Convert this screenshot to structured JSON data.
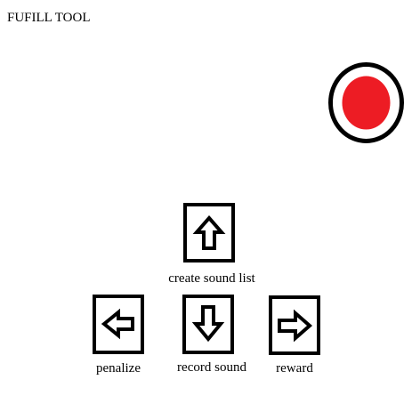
{
  "app": {
    "title": "FUFILL TOOL"
  },
  "record_indicator": {
    "icon": "record-dot-icon",
    "fill_color": "#ed1c24",
    "ring_color": "#000000"
  },
  "controls": {
    "create_sound_list": {
      "label": "create sound list",
      "icon": "arrow-up-icon"
    },
    "penalize": {
      "label": "penalize",
      "icon": "arrow-left-icon"
    },
    "record_sound": {
      "label": "record sound",
      "icon": "arrow-down-icon"
    },
    "reward": {
      "label": "reward",
      "icon": "arrow-right-icon"
    }
  }
}
